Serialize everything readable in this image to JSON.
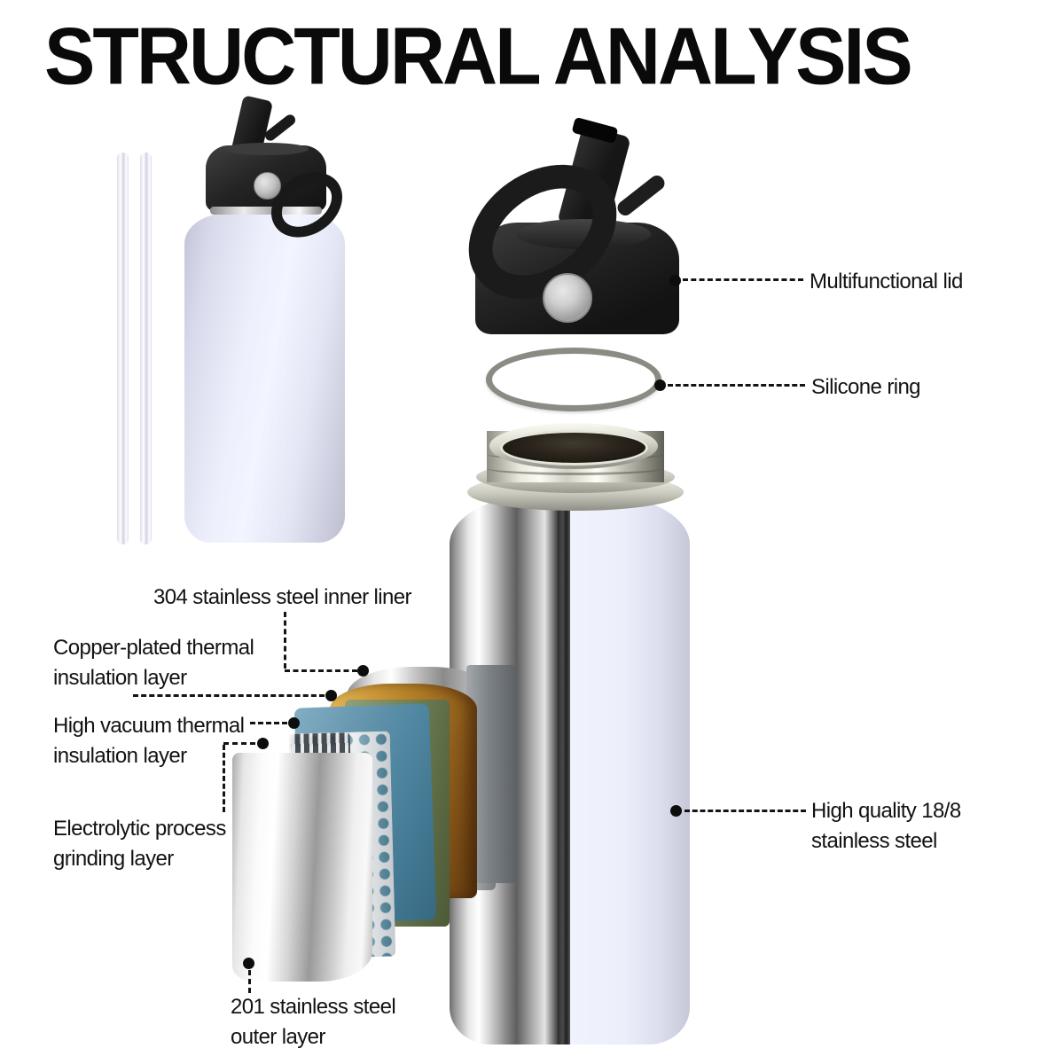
{
  "title": "STRUCTURAL ANALYSIS",
  "callouts": {
    "multifunctional_lid": "Multifunctional lid",
    "silicone_ring": "Silicone ring",
    "inner_liner": "304 stainless steel inner liner",
    "copper_layer": "Copper-plated thermal\ninsulation layer",
    "vacuum_layer": "High vacuum thermal\ninsulation layer",
    "grinding_layer": "Electrolytic process\ngrinding layer",
    "outer_layer": "201 stainless steel\nouter layer",
    "steel_quality": "High quality 18/8\nstainless steel"
  },
  "colors": {
    "background": "#ffffff",
    "title_text": "#0a0a0a",
    "label_text": "#121212",
    "leader_line": "#141414",
    "lid_black": "#1d1d1d",
    "bottle_coating_white": "#eceefa",
    "chrome_steel": "#d9d9d9",
    "copper_layer": "#c0903a",
    "vacuum_blue_layer": "#4f86a0",
    "green_layer": "#5c6b44",
    "perforated_hole_teal": "#2f7089",
    "silicone_gray": "#8b8b83"
  }
}
